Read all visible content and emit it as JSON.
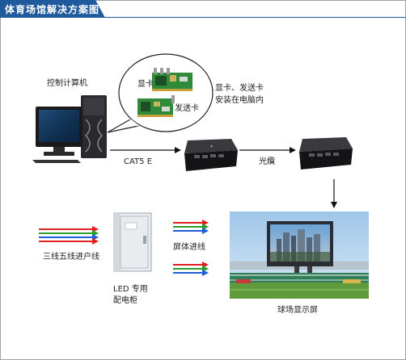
{
  "header": {
    "title": "体育场馆解决方案图"
  },
  "labels": {
    "control_pc": "控制计算机",
    "display_card": "显卡",
    "sending_card": "发送卡",
    "install_note_line1": "显卡、发送卡",
    "install_note_line2": "安装在电脑内",
    "cat5e": "CAT5 E",
    "fiber": "光纜",
    "power_in": "三线五线进户线",
    "cabinet_line1": "LED 专用",
    "cabinet_line2": "配电柜",
    "screen_input": "屏体进线",
    "stadium_screen": "球场显示屏"
  },
  "colors": {
    "header_bg": "#1e5a9c",
    "wire_red": "#e02020",
    "wire_green": "#2aa02a",
    "wire_blue": "#1e5fd8"
  }
}
